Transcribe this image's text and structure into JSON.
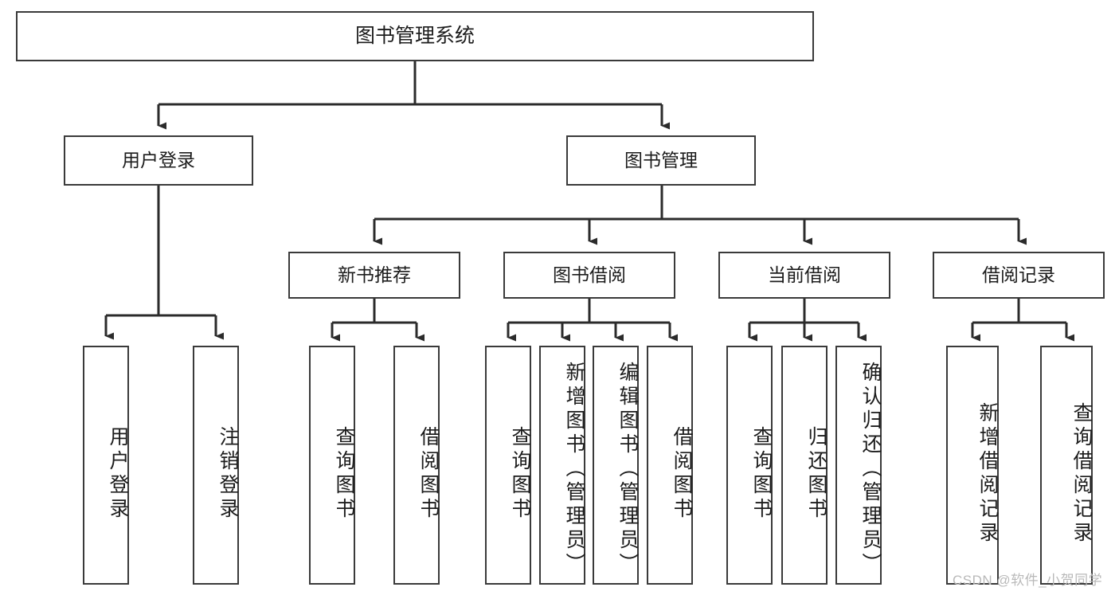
{
  "diagram": {
    "title": "图书管理系统",
    "type": "hierarchy-tree",
    "root": {
      "label": "图书管理系统"
    },
    "level2": [
      {
        "label": "用户登录"
      },
      {
        "label": "图书管理"
      }
    ],
    "level3": [
      {
        "label": "新书推荐"
      },
      {
        "label": "图书借阅"
      },
      {
        "label": "当前借阅"
      },
      {
        "label": "借阅记录"
      }
    ],
    "leaves": {
      "user_login": [
        {
          "label": "用户登录"
        },
        {
          "label": "注销登录"
        }
      ],
      "new_book_recommend": [
        {
          "label": "查询图书"
        },
        {
          "label": "借阅图书"
        }
      ],
      "book_borrow": [
        {
          "label": "查询图书"
        },
        {
          "label": "新增图书（管理员）"
        },
        {
          "label": "编辑图书（管理员）"
        },
        {
          "label": "借阅图书"
        }
      ],
      "current_borrow": [
        {
          "label": "查询图书"
        },
        {
          "label": "归还图书"
        },
        {
          "label": "确认归还（管理员）"
        }
      ],
      "borrow_record": [
        {
          "label": "新增借阅记录"
        },
        {
          "label": "查询借阅记录"
        }
      ]
    }
  },
  "watermark": {
    "text": "CSDN @软件_小贺同学"
  },
  "colors": {
    "stroke": "#3a3a3a",
    "text": "#1c1c1c",
    "background": "#ffffff",
    "watermark": "#b9b9b9"
  }
}
